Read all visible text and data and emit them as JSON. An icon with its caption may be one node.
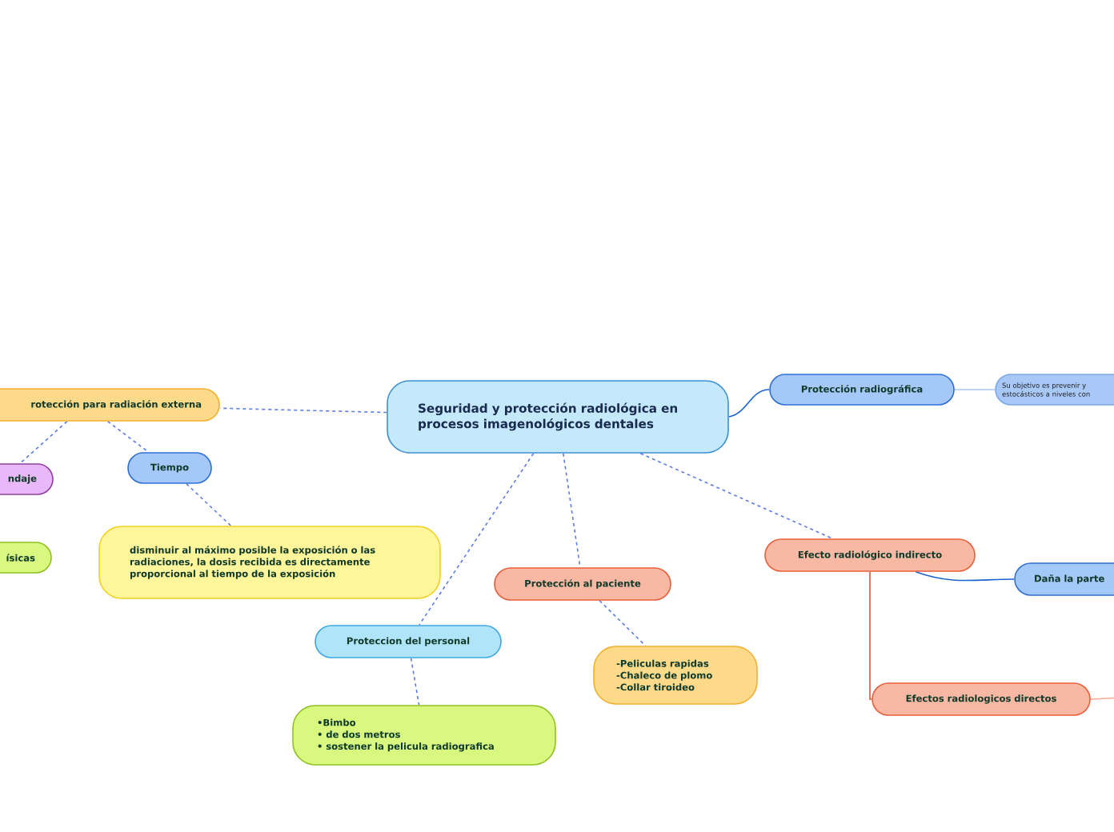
{
  "diagram": {
    "nodes": [
      {
        "text": [
          "Seguridad y protección radiológica en  procesos imagenológicos dentales"
        ]
      },
      {
        "text": [
          "Protección radiográfica"
        ]
      },
      {
        "text": [
          "Su objetivo es prevenir y estocásticos a niveles con"
        ]
      },
      {
        "text": [
          "rotección para radiación externa"
        ]
      },
      {
        "text": [
          "ndaje"
        ]
      },
      {
        "text": [
          "Tiempo"
        ]
      },
      {
        "text": [
          "ísicas"
        ]
      },
      {
        "text": [
          "disminuir al máximo posible la exposición o las radiaciones, la dosis recibida es directamente proporcional al tiempo de la exposición"
        ]
      },
      {
        "text": [
          "Proteccion del personal"
        ]
      },
      {
        "text": [
          "•Bimbo",
          "• de dos metros",
          "• sostener la pelicula radiografica"
        ]
      },
      {
        "text": [
          "Protección al paciente"
        ]
      },
      {
        "text": [
          "-Peliculas rapidas",
          "-Chaleco de plomo",
          "-Collar tiroideo"
        ]
      },
      {
        "text": [
          "Efecto radiológico indirecto"
        ]
      },
      {
        "text": [
          "Daña la parte"
        ]
      },
      {
        "text": [
          "Efectos radiologicos directos"
        ]
      }
    ],
    "edges": [
      {
        "from": 0,
        "to": 1,
        "arrow": "none",
        "color": "#1a62d0"
      },
      {
        "from": 1,
        "to": 2,
        "arrow": "none",
        "color": "#a8c8f0"
      },
      {
        "from": 0,
        "to": 3,
        "arrow": "none",
        "style": "dashed"
      },
      {
        "from": 3,
        "to": 4,
        "arrow": "none",
        "style": "dashed"
      },
      {
        "from": 3,
        "to": 5,
        "arrow": "none",
        "style": "dashed"
      },
      {
        "from": 5,
        "to": 7,
        "arrow": "none",
        "style": "dashed"
      },
      {
        "from": 0,
        "to": 8,
        "arrow": "none",
        "style": "dashed"
      },
      {
        "from": 8,
        "to": 9,
        "arrow": "none",
        "style": "dashed"
      },
      {
        "from": 0,
        "to": 10,
        "arrow": "none",
        "style": "dashed"
      },
      {
        "from": 10,
        "to": 11,
        "arrow": "none",
        "style": "dashed"
      },
      {
        "from": 0,
        "to": 12,
        "arrow": "none",
        "style": "dashed"
      },
      {
        "from": 12,
        "to": 13,
        "arrow": "none",
        "color": "#1a62d0"
      },
      {
        "from": 12,
        "to": 14,
        "arrow": "none",
        "color": "#f05020"
      },
      {
        "from": 14,
        "to": null,
        "arrow": "none",
        "color": "#f8a890"
      }
    ]
  }
}
